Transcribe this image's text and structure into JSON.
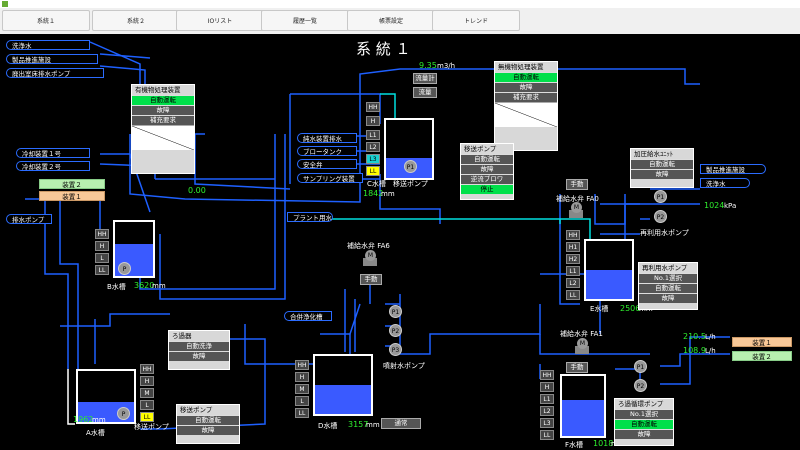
{
  "menu": [
    "系統１",
    "系統２",
    "IOリスト",
    "履歴一覧",
    "帳票設定",
    "トレンド"
  ],
  "system_title": "系 統 １",
  "tags": {
    "wash_water": "洗浄水",
    "product_facility": "製品推進施設",
    "drain_pump": "廃出室床排水ポンプ",
    "cooling1": "冷却装置１号",
    "cooling2": "冷却装置２号",
    "drain_pump2": "排水ポンプ",
    "plant_water": "プラント用水",
    "pure_water_drain": "純水装置排水",
    "blow_tank": "ブロータンク",
    "safety_valve": "安全弁",
    "sampling": "サンプリング装置",
    "combined_purify": "合併浄化槽",
    "product_facility_out": "製品推進施設",
    "wash_water_out": "洗浄水"
  },
  "device_status": {
    "device2": "装置２",
    "device1": "装置１",
    "out_device1": "装置１",
    "out_device2": "装置２"
  },
  "organic_unit": {
    "title": "有機物処理装置",
    "rows": [
      "自動運転",
      "故障",
      "補充要求"
    ]
  },
  "inorganic_unit": {
    "title": "無機物処理装置",
    "rows": [
      "自動運転",
      "故障",
      "補充要求"
    ]
  },
  "transfer_pump_c": {
    "title": "移送ポンプ",
    "rows": [
      "自動運転",
      "故障",
      "逆流ブロワ",
      "停止"
    ]
  },
  "pressure_unit": {
    "title": "加圧給水ﾕﾆｯﾄ",
    "rows": [
      "自動運転",
      "故障"
    ]
  },
  "reuse_pump": {
    "title": "再利用水ポンプ",
    "rows": [
      "No.1選択",
      "自動運転",
      "故障"
    ]
  },
  "filter_unit": {
    "title": "ろ過器",
    "rows": [
      "自動洗浄",
      "故障"
    ]
  },
  "transfer_pump_a": {
    "title": "移送ポンプ",
    "rows": [
      "自動運転",
      "故障"
    ]
  },
  "filter_pump": {
    "title": "ろ過循環ポンプ",
    "rows": [
      "No.1選択",
      "自動運転",
      "故障"
    ]
  },
  "flow": {
    "value": "9.35",
    "unit": "m3/h"
  },
  "flow_zero": "0.00",
  "pressure": {
    "value": "1024",
    "unit": "kPa"
  },
  "flow_f1": {
    "value": "210.5",
    "unit": "L/h"
  },
  "flow_f2": {
    "value": "108.9",
    "unit": "L/h"
  },
  "flow_buttons": [
    "流量計",
    "流量"
  ],
  "tanks": {
    "c": {
      "name": "C水槽",
      "level": "1842",
      "unit": "mm",
      "fill": 0.35
    },
    "b": {
      "name": "B水槽",
      "level": "3620",
      "unit": "mm",
      "fill": 0.6
    },
    "e": {
      "name": "E水槽",
      "level": "2506",
      "unit": "mm",
      "fill": 0.5
    },
    "a": {
      "name": "A水槽",
      "level": "1962",
      "unit": "mm",
      "fill": 0.4
    },
    "d": {
      "name": "D水槽",
      "level": "3157",
      "unit": "mm",
      "fill": 0.5
    },
    "f": {
      "name": "F水槽",
      "level": "1018",
      "unit": "mm",
      "fill": 0.6
    }
  },
  "level_labels": [
    "HH",
    "H",
    "L1",
    "L2",
    "L3",
    "LL",
    "M",
    "L",
    "H1",
    "H2"
  ],
  "pumps": [
    "P",
    "P1",
    "P2",
    "P3"
  ],
  "labels": {
    "transfer_pump_c_label": "移送ポンプ",
    "spray_pump": "噴射水ポンプ",
    "reuse_pump_label": "再利用水ポンプ",
    "transfer_pump_a_label": "移送ポンプ",
    "valve_fa0": "補給水弁 FA0",
    "valve_fa6": "補給水弁 FA6",
    "valve_fa1": "補給水弁 FA1",
    "manual": "手動",
    "normal": "通常"
  },
  "colors": {
    "pipe": "#1e60ff",
    "active_pipe": "#00e0e0",
    "green_value": "#2ef02e"
  }
}
